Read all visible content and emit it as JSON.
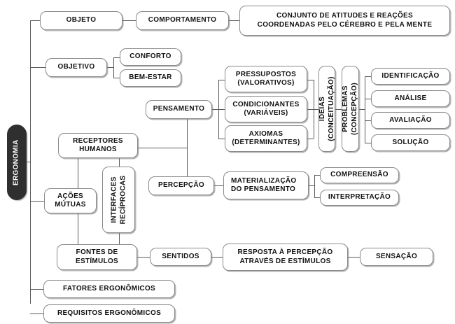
{
  "diagram": {
    "title": "Ergonomia",
    "type": "hierarchical-tree",
    "colors": {
      "root_fill": "#2f2f2f",
      "root_text": "#ffffff",
      "node_fill": "#ffffff",
      "node_border": "#8a8a8a",
      "node_text": "#111111",
      "connector": "#5a5a5a",
      "background": "#ffffff"
    },
    "nodes": {
      "root": "ERGONOMIA",
      "objeto": "OBJETO",
      "comportamento": "COMPORTAMENTO",
      "conjunto": "CONJUNTO DE ATITUDES E REAÇÕES COORDENADAS PELO CÉREBRO E PELA MENTE",
      "objetivo": "OBJETIVO",
      "conforto": "CONFORTO",
      "bem_estar": "BEM-ESTAR",
      "pensamento": "PENSAMENTO",
      "pressupostos": "PRESSUPOSTOS (VALORATIVOS)",
      "condicionantes": "CONDICIONANTES (VARIÁVEIS)",
      "axiomas": "AXIOMAS (DETERMINANTES)",
      "ideias": "IDEIAS (CONCEITUAÇÃO)",
      "problemas": "PROBLEMAS (CONCEPÇÃO)",
      "identificacao": "IDENTIFICAÇÃO",
      "analise": "ANÁLISE",
      "avaliacao": "AVALIAÇÃO",
      "solucao": "SOLUÇÃO",
      "receptores": "RECEPTORES HUMANOS",
      "acoes_mutuas": "AÇÕES MÚTUAS",
      "interfaces": "INTERFACES RECÍPROCAS",
      "percepcao": "PERCEPÇÃO",
      "materializacao": "MATERIALIZAÇÃO DO PENSAMENTO",
      "compreensao": "COMPREENSÃO",
      "interpretacao": "INTERPRETAÇÃO",
      "fontes": "FONTES DE ESTÍMULOS",
      "sentidos": "SENTIDOS",
      "resposta": "RESPOSTA À PERCEPÇÃO ATRAVÉS DE ESTÍMULOS",
      "sensacao": "SENSAÇÃO",
      "fatores": "FATORES ERGONÔMICOS",
      "requisitos": "REQUISITOS ERGONÔMICOS"
    },
    "node_lines": {
      "conjunto_l1": "CONJUNTO DE ATITUDES E REAÇÕES",
      "conjunto_l2": "COORDENADAS PELO CÉREBRO E PELA MENTE",
      "pressupostos_l1": "PRESSUPOSTOS",
      "pressupostos_l2": "(VALORATIVOS)",
      "condicionantes_l1": "CONDICIONANTES",
      "condicionantes_l2": "(VARIÁVEIS)",
      "axiomas_l1": "AXIOMAS",
      "axiomas_l2": "(DETERMINANTES)",
      "ideias_l1": "IDEIAS",
      "ideias_l2": "(CONCEITUAÇÃO)",
      "problemas_l1": "PROBLEMAS",
      "problemas_l2": "(CONCEPÇÃO)",
      "receptores_l1": "RECEPTORES",
      "receptores_l2": "HUMANOS",
      "acoes_l1": "AÇÕES",
      "acoes_l2": "MÚTUAS",
      "interfaces_l1": "INTERFACES",
      "interfaces_l2": "RECÍPROCAS",
      "materializacao_l1": "MATERIALIZAÇÃO",
      "materializacao_l2": "DO PENSAMENTO",
      "fontes_l1": "FONTES DE",
      "fontes_l2": "ESTÍMULOS",
      "resposta_l1": "RESPOSTA À PERCEPÇÃO",
      "resposta_l2": "ATRAVÉS DE ESTÍMULOS"
    }
  }
}
